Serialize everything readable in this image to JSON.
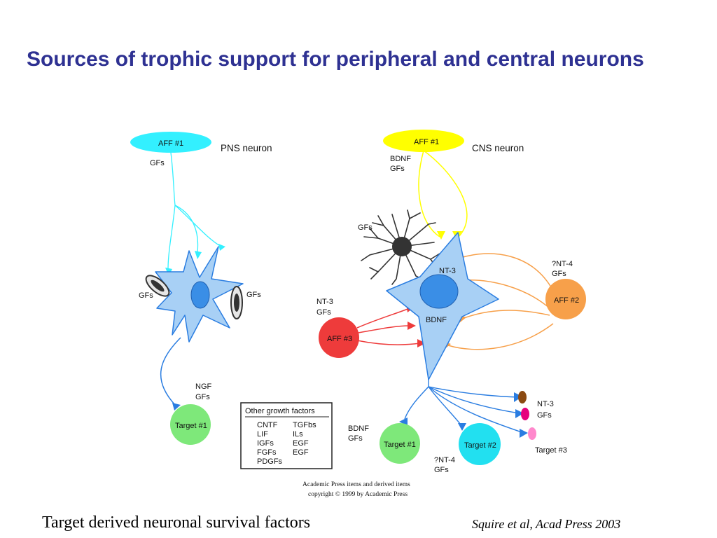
{
  "slide": {
    "title": "Sources of trophic support for peripheral and central neurons",
    "footer_left": "Target derived neuronal survival factors",
    "footer_right": "Squire et al, Acad Press 2003"
  },
  "pns": {
    "heading": "PNS neuron",
    "aff1": "AFF #1",
    "aff1_factor": "GFs",
    "glia_left_label": "GFs",
    "glia_right_label": "GFs",
    "target_label": "Target #1",
    "target_factors": [
      "NGF",
      "GFs"
    ]
  },
  "cns": {
    "heading": "CNS neuron",
    "aff1": "AFF #1",
    "aff1_factors": [
      "BDNF",
      "GFs"
    ],
    "glia_label": "GFs",
    "soma_top_label": "NT-3",
    "soma_bottom_label": "BDNF",
    "aff2": "AFF #2",
    "aff2_factors": [
      "?NT-4",
      "GFs"
    ],
    "aff3": "AFF #3",
    "aff3_factors": [
      "NT-3",
      "GFs"
    ],
    "target1_label": "Target #1",
    "target1_factors": [
      "BDNF",
      "GFs"
    ],
    "target2_label": "Target #2",
    "target2_factors": [
      "?NT-4",
      "GFs"
    ],
    "target3_label": "Target #3",
    "target3_factors": [
      "NT-3",
      "GFs"
    ]
  },
  "growth_box": {
    "title": "Other growth factors",
    "col1": [
      "CNTF",
      "LIF",
      "IGFs",
      "FGFs",
      "PDGFs"
    ],
    "col2": [
      "TGFbs",
      "ILs",
      "EGF",
      "EGF"
    ]
  },
  "credit": [
    "Academic Press items and derived items",
    "copyright © 1999 by Academic Press"
  ],
  "colors": {
    "title": "#2e3192",
    "pns_afferent": "#33f0ff",
    "pns_soma": "#a8d0f5",
    "nucleus": "#3a8ee6",
    "target1": "#7ee87a",
    "cns_aff1": "#ffff00",
    "aff2": "#f7a04a",
    "aff3": "#ee3b3b",
    "target2": "#22e0f0",
    "glia": "#333333"
  }
}
